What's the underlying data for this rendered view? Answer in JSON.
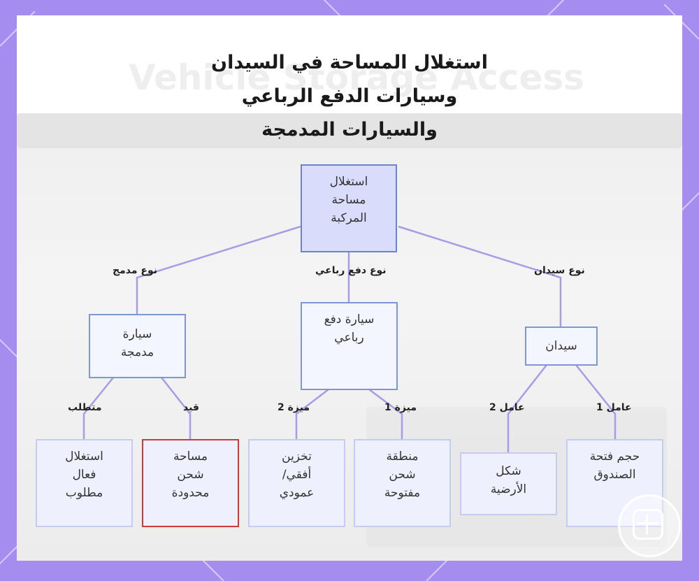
{
  "title_lines": [
    "استغلال المساحة في السيدان",
    "وسيارات الدفع الرباعي",
    "والسيارات المدمجة"
  ],
  "background_text": "Vehicle Storage Access",
  "nodes": {
    "root": "استغلال\nمساحة\nالمركبة",
    "compact": "سيارة\nمدمجة",
    "suv": "سيارة دفع\nرباعي",
    "sedan": "سيدان",
    "efficient": "استغلال\nفعال\nمطلوب",
    "limited": "مساحة\nشحن\nمحدودة",
    "storage": "تخزين\nأفقي/\nعمودي",
    "open_area": "منطقة\nشحن\nمفتوحة",
    "floor_shape": "شكل\nالأرضية",
    "trunk_size": "حجم فتحة\nالصندوق"
  },
  "edge_labels": {
    "compact_type": "نوع مدمج",
    "suv_type": "نوع دفع رباعي",
    "sedan_type": "نوع سيدان",
    "requirement": "متطلب",
    "constraint": "قيد",
    "feature2": "ميزة 2",
    "feature1": "ميزة 1",
    "factor2": "عامل 2",
    "factor1": "عامل 1"
  },
  "colors": {
    "frame": "#a58df0",
    "edge": "#a99be6",
    "root_fill": "#d9dcfb",
    "node_border": "#7f96d6",
    "highlight_border": "#cc3b3b"
  }
}
